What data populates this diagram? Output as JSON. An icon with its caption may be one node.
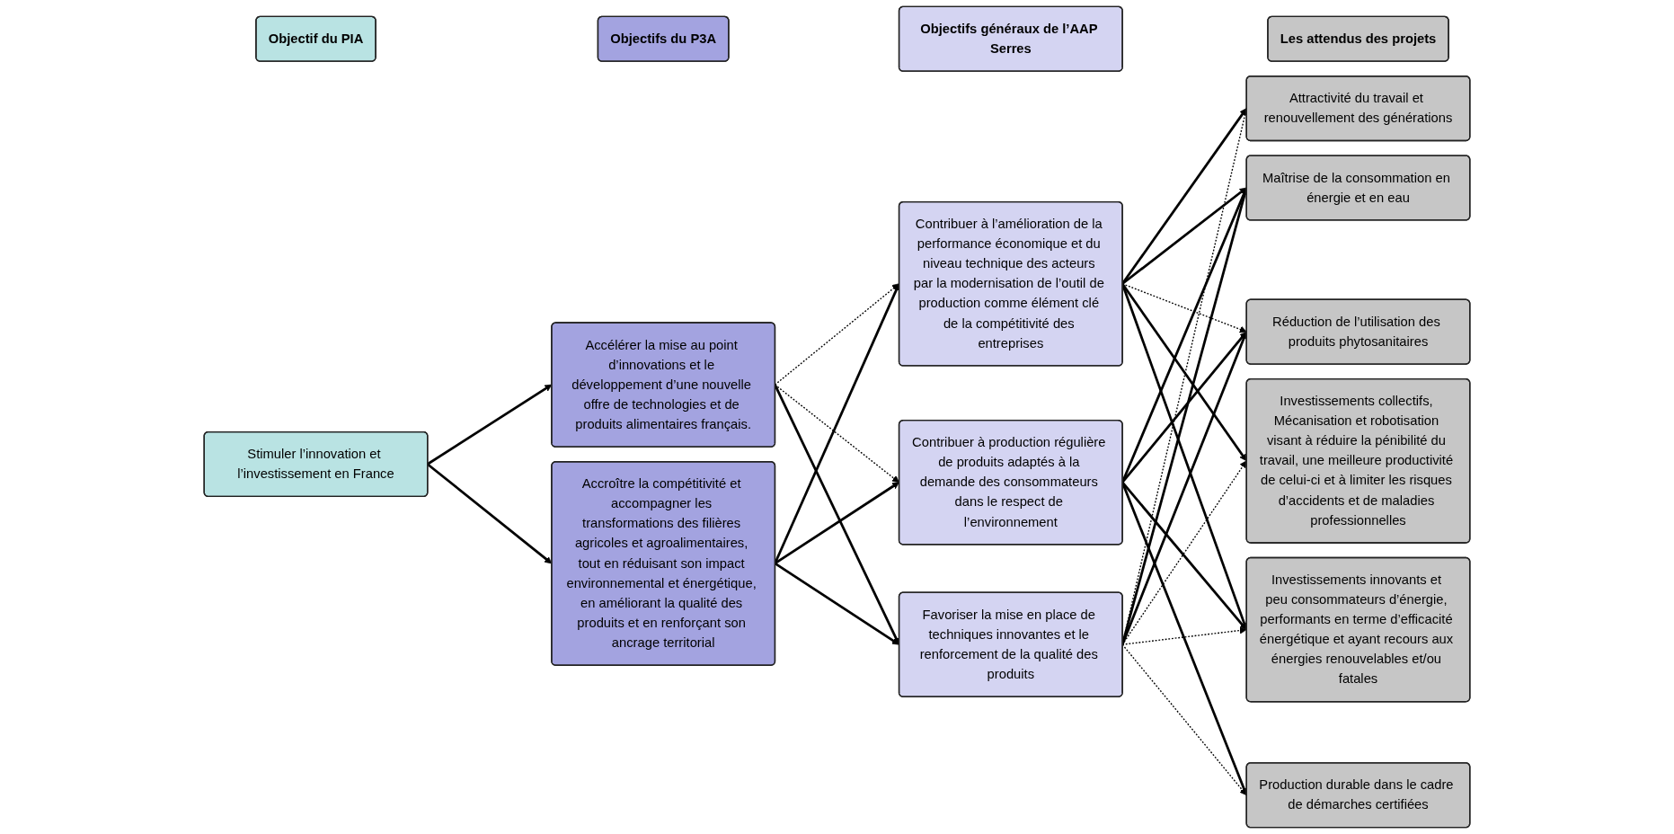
{
  "diagram": {
    "nodes": [
      {
        "text": [
          "Objectif du PIA"
        ]
      },
      {
        "text": [
          "Objectifs du P3A"
        ]
      },
      {
        "text": [
          "Objectifs généraux de l’AAP Serres"
        ]
      },
      {
        "text": [
          "Les attendus des projets"
        ]
      },
      {
        "text": [
          "Stimuler l’innovation et l’investissement en France"
        ]
      },
      {
        "text": [
          "Accroître la compétitivité et accompagner les transformations des filières agricoles et agroalimentaires, tout en réduisant son impact environnemental et énergétique, en améliorant la qualité des produits et en renforçant son ancrage territorial"
        ]
      },
      {
        "text": [
          "Accélérer la mise au point d’innovations et le développement d’une nouvelle offre de technologies et de produits alimentaires français."
        ]
      },
      {
        "text": [
          "Favoriser la mise en place de techniques innovantes et le renforcement de la qualité des produits"
        ]
      },
      {
        "text": [
          "Contribuer à l’amélioration de la performance économique et du niveau technique des acteurs par la modernisation de l’outil de production comme élément clé de la compétitivité des entreprises"
        ]
      },
      {
        "text": [
          "Contribuer à production régulière de produits adaptés à la demande des consommateurs dans le respect de l’environnement"
        ]
      },
      {
        "text": [
          "Maîtrise de la consommation en énergie et en eau"
        ]
      },
      {
        "text": [
          "Réduction de l’utilisation des produits phytosanitaires"
        ]
      },
      {
        "text": [
          "Attractivité du travail et renouvellement des générations"
        ]
      },
      {
        "text": [
          "Investissements innovants et peu consommateurs d’énergie, performants en terme d’efficacité énergétique et ayant recours aux énergies renouvelables et/ou fatales"
        ]
      },
      {
        "text": [
          "Production durable dans le cadre de démarches certifiées"
        ]
      },
      {
        "text": [
          "Investissements collectifs, Mécanisation et robotisation visant à réduire la pénibilité du travail, une meilleure productivité de celui-ci et à limiter les risques d’accidents et de maladies professionnelles"
        ]
      }
    ],
    "edges": [
      {
        "from": 4,
        "to": 5,
        "arrow": "to"
      },
      {
        "from": 4,
        "to": 6,
        "arrow": "to"
      },
      {
        "from": 5,
        "to": 7,
        "arrow": "to"
      },
      {
        "from": 5,
        "to": 8,
        "arrow": "to"
      },
      {
        "from": 5,
        "to": 9,
        "arrow": "to"
      },
      {
        "from": 6,
        "to": 7,
        "arrow": "to"
      },
      {
        "from": 6,
        "to": 8,
        "arrow": "to",
        "style": "dashed"
      },
      {
        "from": 6,
        "to": 9,
        "arrow": "to",
        "style": "dashed"
      },
      {
        "from": 7,
        "to": 10,
        "arrow": "to"
      },
      {
        "from": 7,
        "to": 11,
        "arrow": "to"
      },
      {
        "from": 7,
        "to": 12,
        "arrow": "to",
        "style": "dashed"
      },
      {
        "from": 7,
        "to": 13,
        "arrow": "to",
        "style": "dashed"
      },
      {
        "from": 7,
        "to": 14,
        "arrow": "to",
        "style": "dashed"
      },
      {
        "from": 7,
        "to": 15,
        "arrow": "to",
        "style": "dashed"
      },
      {
        "from": 8,
        "to": 10,
        "arrow": "to"
      },
      {
        "from": 8,
        "to": 11,
        "arrow": "to",
        "style": "dashed"
      },
      {
        "from": 8,
        "to": 12,
        "arrow": "to"
      },
      {
        "from": 8,
        "to": 13,
        "arrow": "to"
      },
      {
        "from": 8,
        "to": 15,
        "arrow": "to"
      },
      {
        "from": 9,
        "to": 10,
        "arrow": "to"
      },
      {
        "from": 9,
        "to": 11,
        "arrow": "to"
      },
      {
        "from": 9,
        "to": 13,
        "arrow": "to"
      },
      {
        "from": 9,
        "to": 14,
        "arrow": "to"
      }
    ]
  }
}
